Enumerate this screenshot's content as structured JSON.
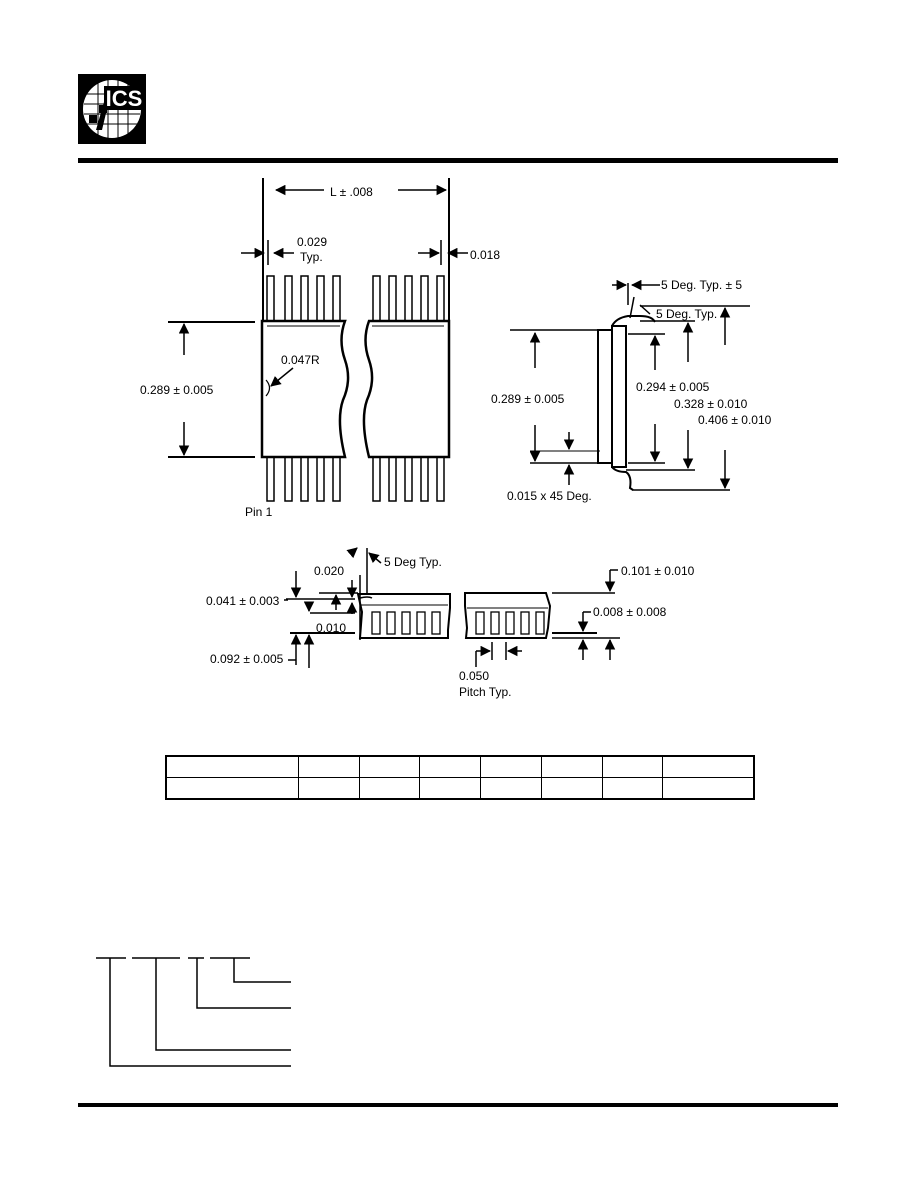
{
  "logo": {
    "text": "ICS"
  },
  "drawing": {
    "top_view": {
      "length_label": "L ± .008",
      "lead_width_label_1": "0.029",
      "lead_width_label_2": "Typ.",
      "lead_end_label": "0.018",
      "body_width_label": "0.289 ± 0.005",
      "radius_label": "0.047R",
      "pin1_label": "Pin 1"
    },
    "end_view": {
      "angle_label_1": "5 Deg. Typ. ± 5",
      "angle_label_2": "5 Deg. Typ.",
      "body_label": "0.289 ± 0.005",
      "dim_294": "0.294 ± 0.005",
      "dim_328": "0.328 ± 0.010",
      "dim_406": "0.406 ± 0.010",
      "chamfer_label": "0.015 x 45 Deg."
    },
    "side_view": {
      "dim_020": "0.020",
      "angle_label": "5 Deg Typ.",
      "dim_041": "0.041 ± 0.003",
      "dim_010": "0.010",
      "dim_092": "0.092 ± 0.005",
      "dim_101": "0.101 ± 0.010",
      "dim_008": "0.008 ± 0.008",
      "pitch_label_1": "0.050",
      "pitch_label_2": "Pitch Typ."
    }
  },
  "dimension_table": {
    "rows": [
      [
        "",
        "",
        "",
        "",
        "",
        "",
        "",
        ""
      ],
      [
        "",
        "",
        "",
        "",
        "",
        "",
        "",
        ""
      ]
    ]
  }
}
